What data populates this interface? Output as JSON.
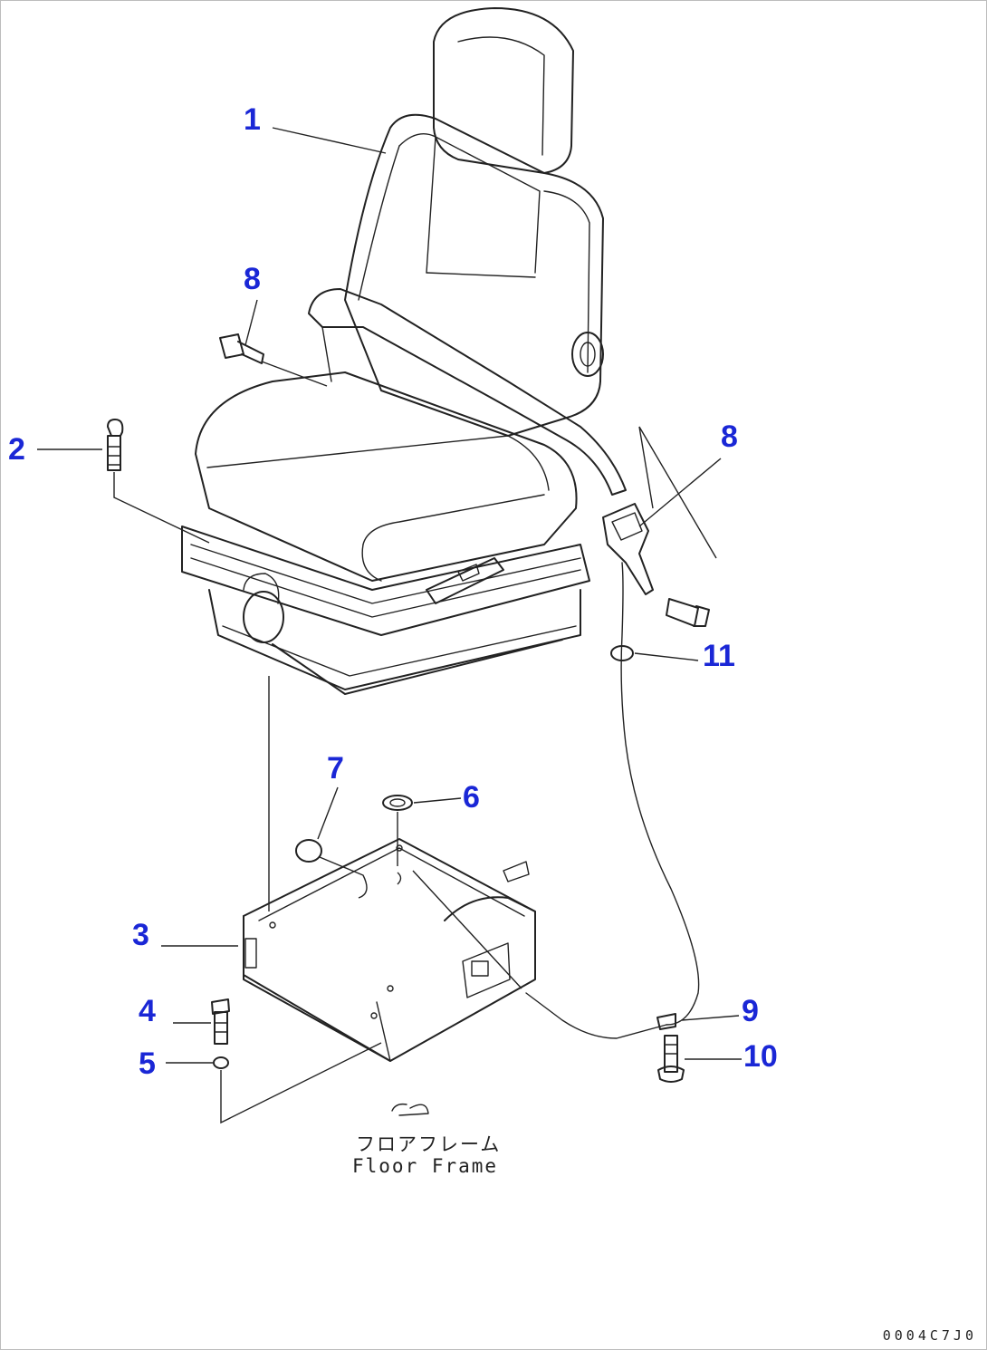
{
  "callouts": {
    "c1": "1",
    "c2": "2",
    "c3": "3",
    "c4": "4",
    "c5": "5",
    "c6": "6",
    "c7": "7",
    "c8_top": "8",
    "c8_right": "8",
    "c9": "9",
    "c10": "10",
    "c11": "11"
  },
  "floor_frame": {
    "jp": "フロアフレーム",
    "en": "Floor Frame"
  },
  "drawing_number": "0004C7J0",
  "colors": {
    "callout": "#1a27d6",
    "line": "#222222"
  }
}
